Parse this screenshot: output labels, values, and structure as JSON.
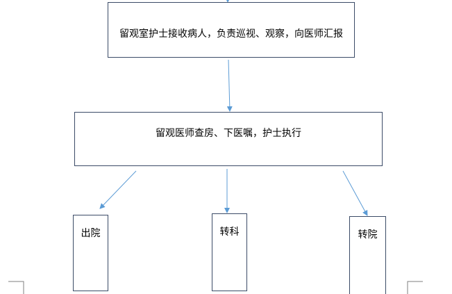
{
  "flowchart": {
    "nodes": {
      "intake": "留观室护士接收病人，负责巡视、观察，向医师汇报",
      "rounds": "留观医师查房、下医嘱，护士执行",
      "discharge": "出院",
      "transfer_department": "转科",
      "transfer_hospital": "转院"
    },
    "edges": [
      {
        "from": "intake",
        "to": "rounds"
      },
      {
        "from": "rounds",
        "to": "discharge"
      },
      {
        "from": "rounds",
        "to": "transfer_department"
      },
      {
        "from": "rounds",
        "to": "transfer_hospital"
      }
    ]
  },
  "colors": {
    "box_border": "#3a4a66",
    "arrow": "#5b9bd5",
    "corner_marks": "#7f7f7f"
  }
}
